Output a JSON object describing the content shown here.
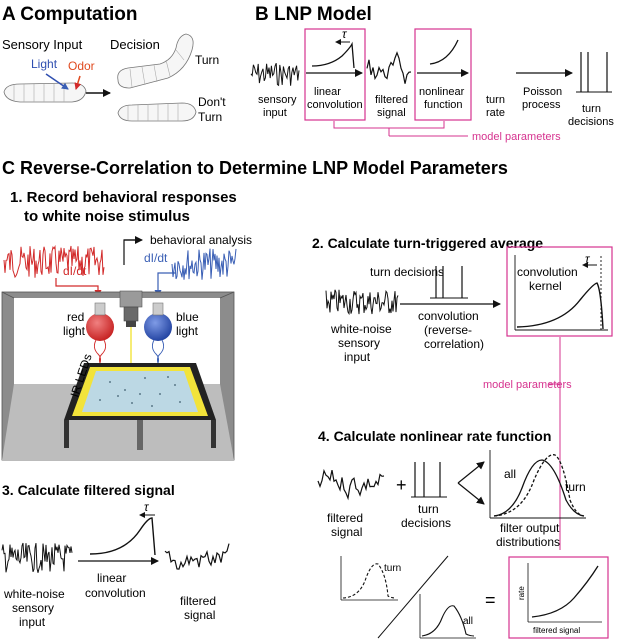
{
  "colors": {
    "magenta": "#d6338f",
    "red": "#d22a2a",
    "blue": "#3a5fb5",
    "odor": "#e04a1f",
    "light_label": "#2f4fb0",
    "box_gray": "#8c8c8c",
    "floor_gray": "#bdbdbd",
    "yellow": "#f2e33a",
    "black": "#111111"
  },
  "panel_a": {
    "title": "A Computation",
    "sensory_input": "Sensory Input",
    "decision": "Decision",
    "light": "Light",
    "odor": "Odor",
    "turn": "Turn",
    "dont": "Don't",
    "turn2": "Turn"
  },
  "panel_b": {
    "title": "B LNP Model",
    "sensory": "sensory",
    "input": "input",
    "tau": "τ",
    "linear": "linear",
    "convolution": "convolution",
    "filtered": "filtered",
    "signal": "signal",
    "nonlinear": "nonlinear",
    "function": "function",
    "turn": "turn",
    "rate": "rate",
    "poisson": "Poisson",
    "process": "process",
    "turn2": "turn",
    "decisions": "decisions",
    "model_parameters": "model parameters"
  },
  "panel_c": {
    "title": "C Reverse-Correlation to Determine LNP Model Parameters",
    "step1_line1": "1. Record behavioral responses",
    "step1_line2": "to white noise stimulus",
    "behavioral_analysis": "behavioral analysis",
    "didt_red": "dI/dt",
    "didt_blue": "dI/dt",
    "red": "red",
    "light_r": "light",
    "blue": "blue",
    "light_b": "light",
    "ir_leds": "IR LEDs",
    "step2": "2. Calculate turn-triggered average",
    "turn_decisions": "turn decisions",
    "white_noise": "white-noise",
    "sensory": "sensory",
    "input": "input",
    "convolution": "convolution",
    "reverse": "(reverse-",
    "correlation": "correlation)",
    "conv_line1": "convolution",
    "conv_line2": "kernel",
    "tau": "τ",
    "model_parameters": "model parameters",
    "step3": "3. Calculate filtered signal",
    "s3_white_noise": "white-noise",
    "s3_sensory": "sensory",
    "s3_input": "input",
    "s3_tau": "τ",
    "s3_linear": "linear",
    "s3_convolution": "convolution",
    "s3_filtered": "filtered",
    "s3_signal": "signal",
    "step4": "4.  Calculate nonlinear rate function",
    "s4_filtered": "filtered",
    "s4_signal": "signal",
    "plus": "+",
    "s4_turn": "turn",
    "s4_decisions": "decisions",
    "all": "all",
    "turn_curve": "turn",
    "filter_output": "filter output",
    "distributions": "distributions",
    "small_turn": "turn",
    "small_all": "all",
    "equals": "=",
    "rate": "rate",
    "filtered_signal_axis": "filtered signal"
  }
}
